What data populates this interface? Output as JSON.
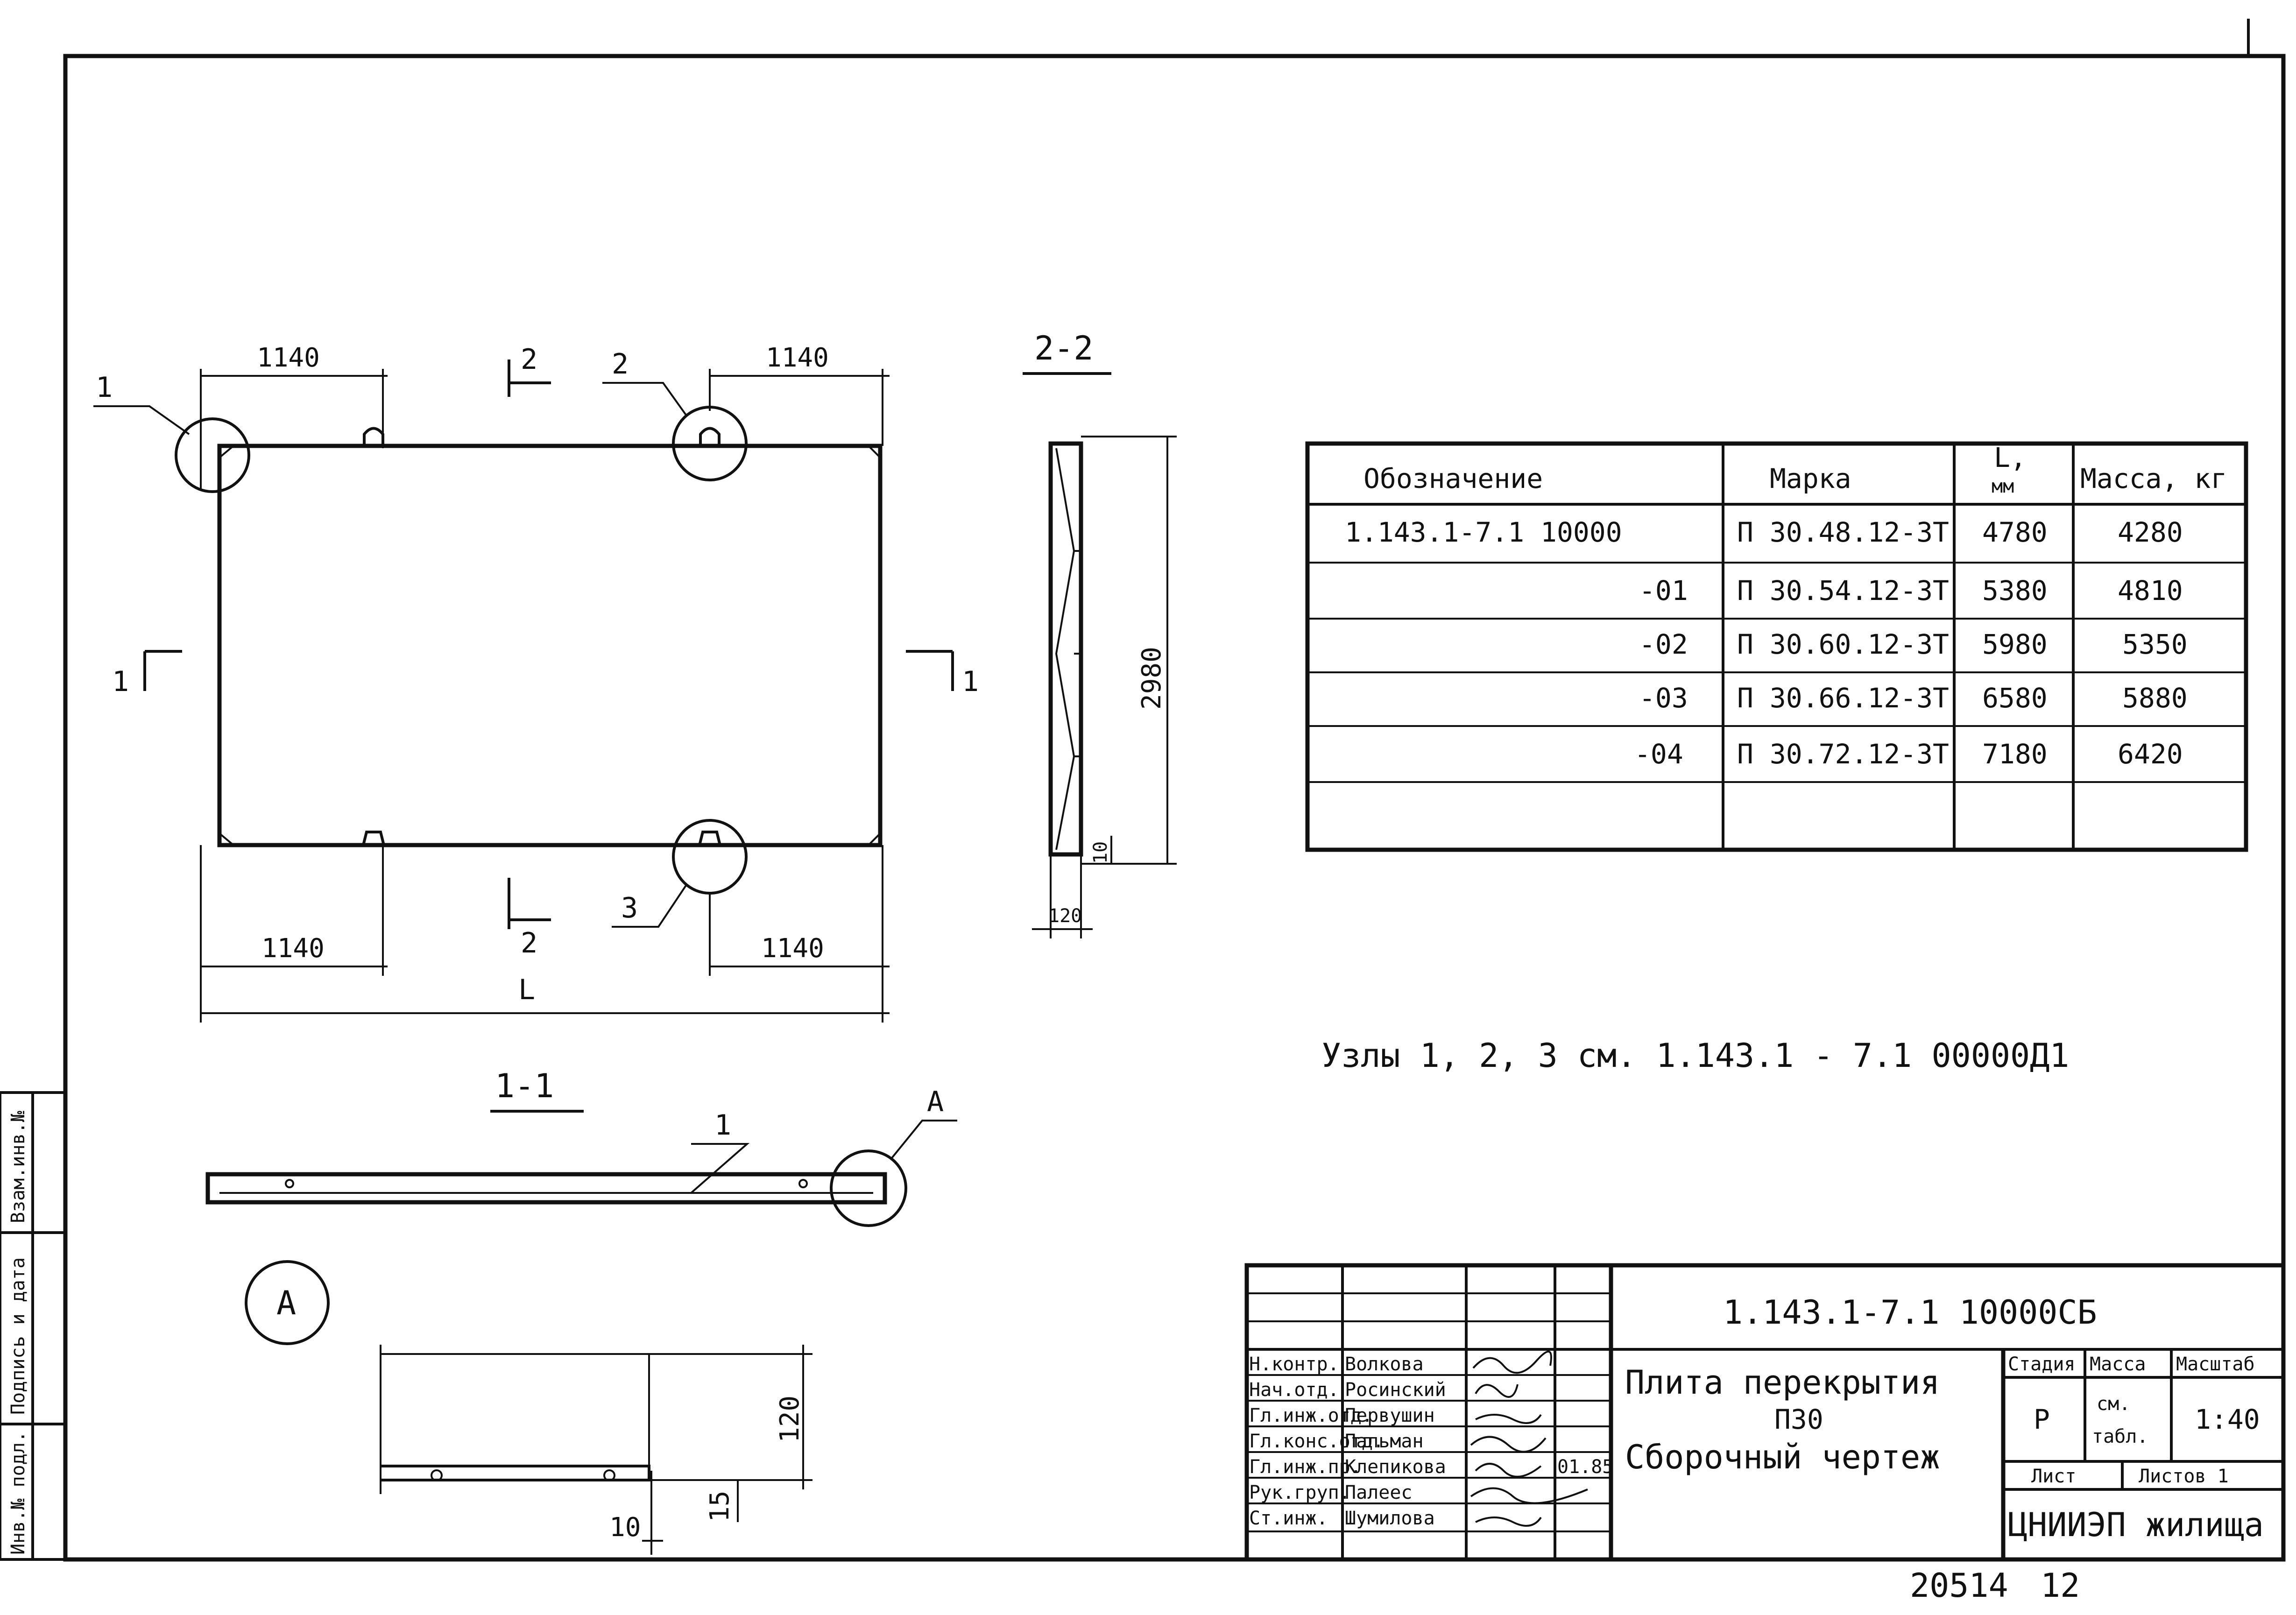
{
  "plan": {
    "dim_top_left": "1140",
    "dim_top_right": "1140",
    "dim_bottom_left": "1140",
    "dim_bottom_right": "1140",
    "dim_length": "L",
    "section_2_top": "2",
    "section_2_bottom": "2",
    "section_1_left": "1",
    "section_1_right": "1",
    "callout_1": "1",
    "callout_2": "2",
    "callout_3": "3"
  },
  "section_2_2": {
    "title": "2-2",
    "dim_height": "2980",
    "dim_edge": "10",
    "dim_thickness": "120"
  },
  "section_1_1": {
    "title": "1-1",
    "callout_rebar": "1",
    "callout_detail": "A"
  },
  "detail_a": {
    "label": "А",
    "dim_height": "120",
    "dim_left": "10",
    "dim_right": "15"
  },
  "spec_table": {
    "headers": [
      "Обозначение",
      "Марка",
      "L,",
      "мм",
      "Масса, кг"
    ],
    "rows": [
      {
        "designation": "1.143.1-7.1 10000",
        "mark": "П 30.48.12-3Т",
        "length": "4780",
        "mass": "4280"
      },
      {
        "designation": "-01",
        "mark": "П 30.54.12-3Т",
        "length": "5380",
        "mass": "4810"
      },
      {
        "designation": "-02",
        "mark": "П 30.60.12-3Т",
        "length": "5980",
        "mass": "5350"
      },
      {
        "designation": "-03",
        "mark": "П 30.66.12-3Т",
        "length": "6580",
        "mass": "5880"
      },
      {
        "designation": "-04",
        "mark": "П 30.72.12-3Т",
        "length": "7180",
        "mass": "6420"
      }
    ]
  },
  "note": "Узлы 1, 2, 3 см. 1.143.1 - 7.1 00000Д1",
  "title_block": {
    "doc_code": "1.143.1-7.1 10000СБ",
    "title_line1": "Плита перекрытия",
    "title_line2": "П30",
    "title_line3": "Сборочный чертеж",
    "stage_label": "Стадия",
    "mass_label": "Масса",
    "scale_label": "Масштаб",
    "stage_value": "Р",
    "mass_value_1": "см.",
    "mass_value_2": "табл.",
    "scale_value": "1:40",
    "sheet_label": "Лист",
    "sheets_label": "Листов 1",
    "organization": "ЦНИИЭП жилища",
    "roles": [
      {
        "role": "Н.контр.",
        "name": "Волкова",
        "date": ""
      },
      {
        "role": "Нач.отд.",
        "name": "Росинский",
        "date": ""
      },
      {
        "role": "Гл.инж.отд.",
        "name": "Первушин",
        "date": ""
      },
      {
        "role": "Гл.конс.отд.",
        "name": "Пальман",
        "date": ""
      },
      {
        "role": "Гл.инж.пр.",
        "name": "Клепикова",
        "date": "01.85"
      },
      {
        "role": "Рук.груп.",
        "name": "Палеес",
        "date": ""
      },
      {
        "role": "Ст.инж.",
        "name": "Шумилова",
        "date": ""
      }
    ]
  },
  "side_stamp": [
    "Инв.№ подл.",
    "Подпись и дата",
    "Взам.инв.№"
  ],
  "footer": {
    "number": "20514",
    "page": "12"
  }
}
